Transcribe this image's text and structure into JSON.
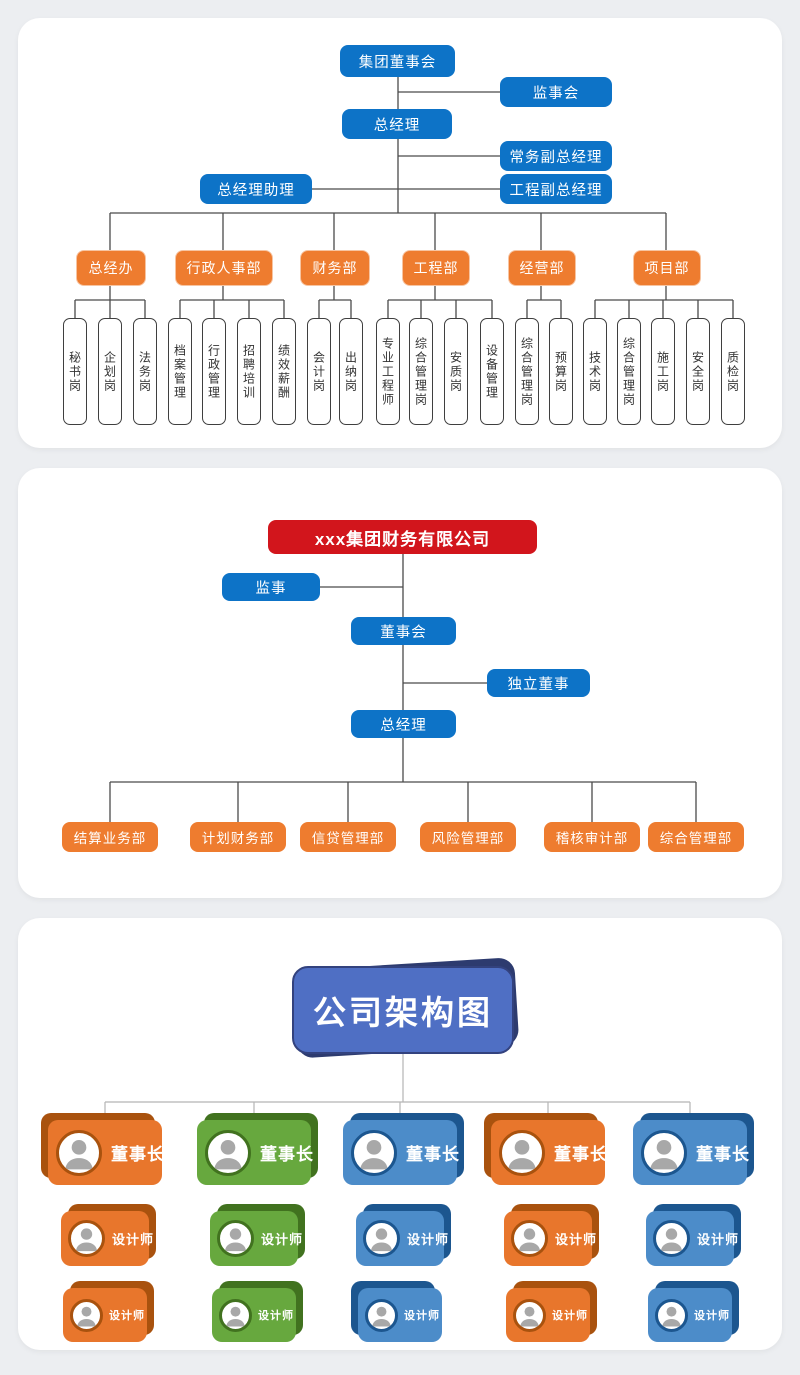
{
  "colors": {
    "page_bg": "#eceef1",
    "panel_bg": "#ffffff",
    "node_blue": "#0d73c7",
    "node_orange": "#ee7c2f",
    "node_red": "#d2151c",
    "line_dark": "#4a4a4a",
    "line_light": "#b5b5b5",
    "title_blue": "#4f6fc4",
    "title_blue_dark": "#2d3b6f",
    "card_orange": "#e8762c",
    "card_orange_dark": "#a9520e",
    "card_green": "#67a83e",
    "card_green_dark": "#41721f",
    "card_blue": "#4c8cc9",
    "card_blue_dark": "#1c568f",
    "avatar_gray": "#a8a8a8"
  },
  "chart1": {
    "top_nodes": {
      "board": "集团董事会",
      "supervisory": "监事会",
      "gm": "总经理",
      "exec_deputy_gm": "常务副总经理",
      "gm_assistant": "总经理助理",
      "eng_deputy_gm": "工程副总经理"
    },
    "departments": [
      {
        "label": "总经办",
        "positions": [
          "秘书岗",
          "企划岗",
          "法务岗"
        ]
      },
      {
        "label": "行政人事部",
        "positions": [
          "档案管理",
          "行政管理",
          "招聘培训",
          "绩效薪酬"
        ]
      },
      {
        "label": "财务部",
        "positions": [
          "会计岗",
          "出纳岗"
        ]
      },
      {
        "label": "工程部",
        "positions": [
          "专业工程师",
          "综合管理岗",
          "安质岗",
          "设备管理"
        ]
      },
      {
        "label": "经营部",
        "positions": [
          "综合管理岗",
          "预算岗"
        ]
      },
      {
        "label": "项目部",
        "positions": [
          "技术岗",
          "综合管理岗",
          "施工岗",
          "安全岗",
          "质检岗"
        ]
      }
    ]
  },
  "chart2": {
    "company": "xxx集团财务有限公司",
    "supervisor": "监事",
    "board": "董事会",
    "independent_director": "独立董事",
    "gm": "总经理",
    "departments": [
      "结算业务部",
      "计划财务部",
      "信贷管理部",
      "风险管理部",
      "稽核审计部",
      "综合管理部"
    ]
  },
  "chart3": {
    "title": "公司架构图",
    "columns": [
      {
        "color": "orange",
        "cards": [
          "董事长",
          "设计师",
          "设计师"
        ]
      },
      {
        "color": "green",
        "cards": [
          "董事长",
          "设计师",
          "设计师"
        ]
      },
      {
        "color": "blue",
        "cards": [
          "董事长",
          "设计师",
          "设计师"
        ]
      },
      {
        "color": "orange",
        "cards": [
          "董事长",
          "设计师",
          "设计师"
        ]
      },
      {
        "color": "blue",
        "cards": [
          "董事长",
          "设计师",
          "设计师"
        ]
      }
    ]
  }
}
